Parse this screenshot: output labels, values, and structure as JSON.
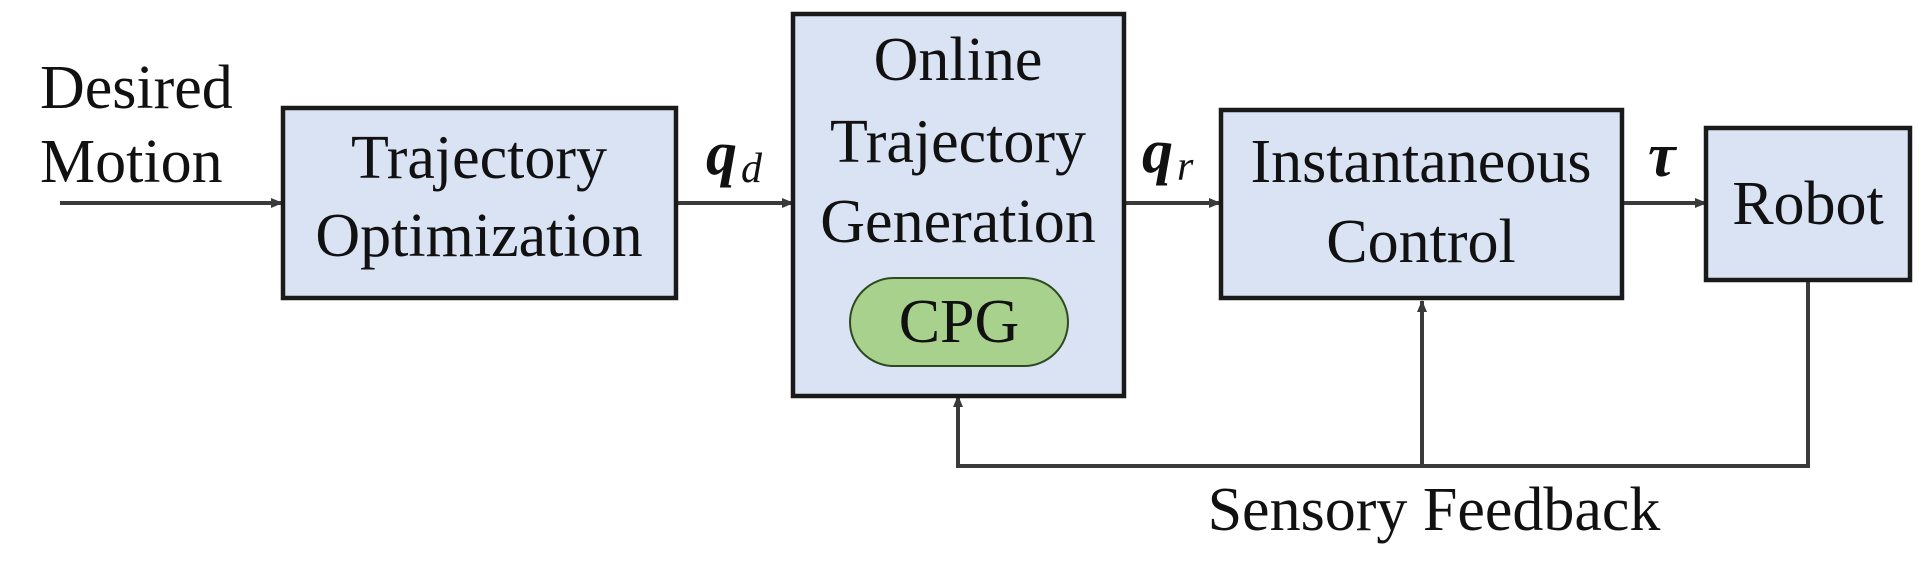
{
  "input": {
    "line1": "Desired",
    "line2": "Motion"
  },
  "blocks": {
    "trajectory_optimization": {
      "line1": "Trajectory",
      "line2": "Optimization"
    },
    "online_generation": {
      "line1": "Online",
      "line2": "Trajectory",
      "line3": "Generation",
      "inner": "CPG"
    },
    "instantaneous_control": {
      "line1": "Instantaneous",
      "line2": "Control"
    },
    "robot": {
      "label": "Robot"
    }
  },
  "signals": {
    "qd": {
      "symbol": "q",
      "sub": "d"
    },
    "qr": {
      "symbol": "q",
      "sub": "r"
    },
    "tau": {
      "symbol": "τ"
    }
  },
  "feedback": {
    "label": "Sensory Feedback"
  },
  "colors": {
    "block_fill": "#dae3f3",
    "cpg_fill": "#a9d18e",
    "stroke": "#1a1a1a"
  }
}
